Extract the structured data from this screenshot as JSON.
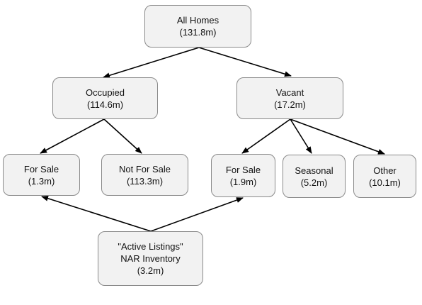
{
  "diagram": {
    "nodes": {
      "all_homes": {
        "label": "All Homes",
        "value": "(131.8m)"
      },
      "occupied": {
        "label": "Occupied",
        "value": "(114.6m)"
      },
      "vacant": {
        "label": "Vacant",
        "value": "(17.2m)"
      },
      "occ_for_sale": {
        "label": "For Sale",
        "value": "(1.3m)"
      },
      "occ_not_for_sale": {
        "label": "Not For Sale",
        "value": "(113.3m)"
      },
      "vac_for_sale": {
        "label": "For Sale",
        "value": "(1.9m)"
      },
      "seasonal": {
        "label": "Seasonal",
        "value": "(5.2m)"
      },
      "other": {
        "label": "Other",
        "value": "(10.1m)"
      },
      "active_listings": {
        "line1": "\"Active Listings\"",
        "line2": "NAR Inventory",
        "value": "(3.2m)"
      }
    },
    "edges": [
      {
        "from": "all_homes",
        "to": "occupied"
      },
      {
        "from": "all_homes",
        "to": "vacant"
      },
      {
        "from": "occupied",
        "to": "occ_for_sale"
      },
      {
        "from": "occupied",
        "to": "occ_not_for_sale"
      },
      {
        "from": "vacant",
        "to": "vac_for_sale"
      },
      {
        "from": "vacant",
        "to": "seasonal"
      },
      {
        "from": "vacant",
        "to": "other"
      },
      {
        "from": "active_listings",
        "to": "occ_for_sale"
      },
      {
        "from": "active_listings",
        "to": "vac_for_sale"
      }
    ],
    "colors": {
      "box_fill": "#f2f2f2",
      "box_border": "#8a8a8a",
      "arrow": "#000000",
      "text": "#111111"
    }
  }
}
